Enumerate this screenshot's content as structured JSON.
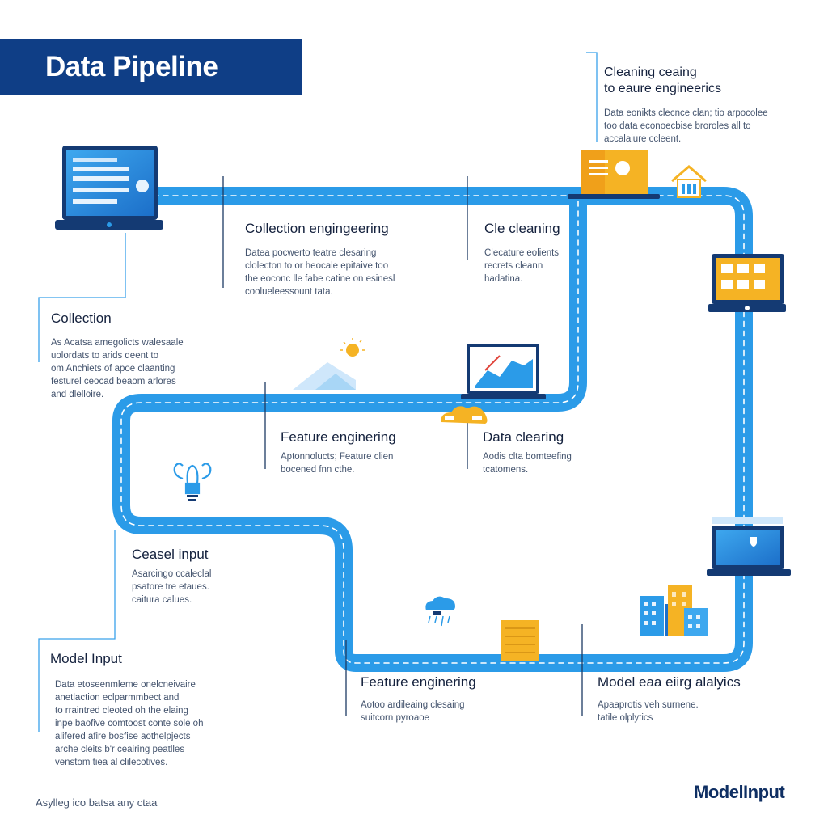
{
  "title": "Data Pipeline",
  "blocks": [
    {
      "id": "top-right",
      "title": "Cleaning ceaing\nto eaure engineerics",
      "body": "Data eonikts clecnce clan; tio arpocolee\ntoo data econoecbise broroles all to\naccalaiure ccleent."
    },
    {
      "id": "collection-engineering",
      "title": "Collection engingeering",
      "body": "Datea pocwerto teatre clesaring\nclolecton to or heocale epitaive too\nthe eoconc lle fabe catine on esinesl\ncoolueleessount tata."
    },
    {
      "id": "cle-cleaning",
      "title": "Cle cleaning",
      "body": "Clecature eolients\nrecrets cleann\nhadatina."
    },
    {
      "id": "collection",
      "title": "Collection",
      "body": "As Acatsa amegolicts walesaale\nuolordats to arids deent to\nom Anchiets of apoe claanting\nfesturel ceocad beaom arlores\nand dlelloire."
    },
    {
      "id": "feature-engineering-mid",
      "title": "Feature enginering",
      "body": "Aptonnolucts; Feature clien\nbocened fnn cthe."
    },
    {
      "id": "data-clearing",
      "title": "Data clearing",
      "body": "Aodis clta bomteefing\ntcatomens."
    },
    {
      "id": "ceasel-input",
      "title": "Ceasel input",
      "body": "Asarcingo ccaleclal\npsatore tre etaues.\ncaitura calues."
    },
    {
      "id": "model-input",
      "title": "Model Input",
      "body": "Data etoseenmleme onelcneivaire\nanetlaction eclparmmbect and\nto rraintred cleoted oh the elaing\ninpe baofive comtoost conte sole oh\nalifered afire bosfise aothelpjects\narche cleits b'r ceairing peatlles\nvenstom tiea al clilecotives."
    },
    {
      "id": "feature-engineering-bottom",
      "title": "Feature enginering",
      "body": "Aotoo ardileaing clesaing\nsuitcorn pyroaoe"
    },
    {
      "id": "model-analysis",
      "title": "Model eaa eiirg alalyics",
      "body": "Apaaprotis veh surnene.\ntatile olplytics"
    }
  ],
  "footer_left": "Asylleg ico batsa any ctaa",
  "footer_right": "ModelInput",
  "colors": {
    "track": "#2b9be8",
    "banner": "#0f3e86",
    "accent": "#f5b324",
    "device": "#143a73"
  },
  "icons": [
    "laptop-form-icon",
    "folder-laptop-icon",
    "house-icon",
    "tablet-cards-icon",
    "mountain-sun-icon",
    "chart-laptop-icon",
    "cloud-folder-icon",
    "hand-bulb-icon",
    "laptop-shield-icon",
    "rain-cloud-icon",
    "server-icon",
    "buildings-icon"
  ]
}
